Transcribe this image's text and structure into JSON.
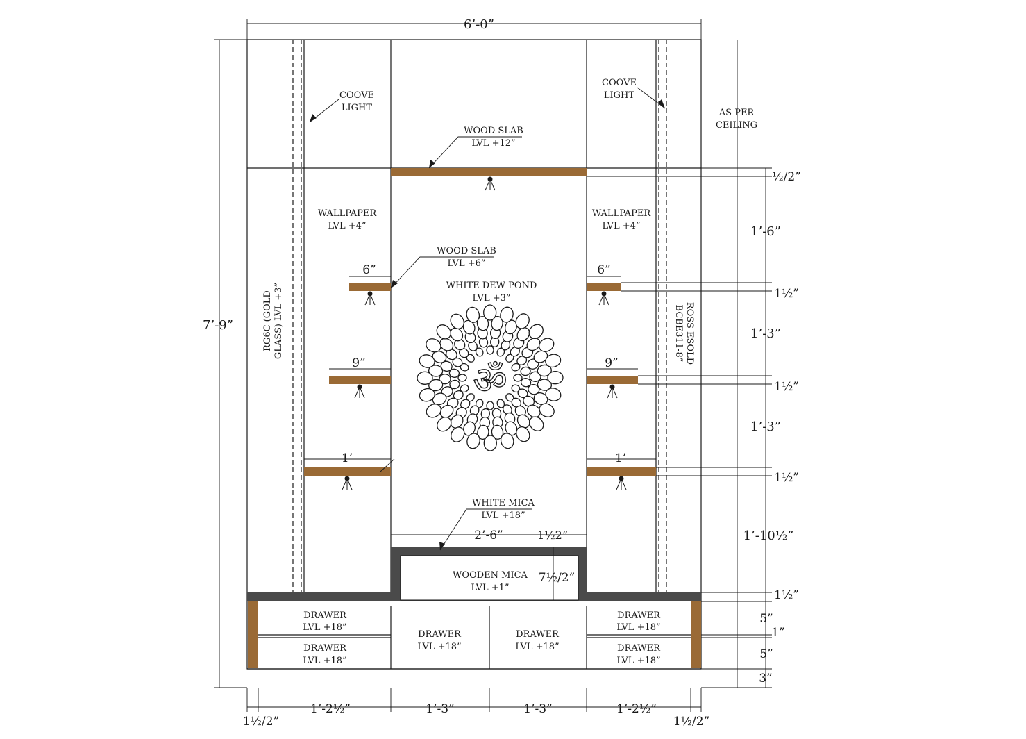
{
  "dimensions": {
    "overall_width": "6’-0”",
    "overall_height": "7’-9”",
    "right_top": "½/2”",
    "right_1": "1’-6”",
    "right_2": "1½”",
    "right_3": "1’-3”",
    "right_4": "1½”",
    "right_5": "1’-3”",
    "right_6": "1½”",
    "right_7": "1’-10½”",
    "right_8": "1½”",
    "right_9": "5”",
    "right_10": "1”",
    "right_11": "5”",
    "right_12": "3”",
    "bottom_1": "1½/2”",
    "bottom_2": "1’-2½”",
    "bottom_3": "1’-3”",
    "bottom_4": "1’-3”",
    "bottom_5": "1’-2½”",
    "bottom_6": "1½/2”",
    "shelf_top_left": "6”",
    "shelf_top_right": "6”",
    "shelf_mid_left": "9”",
    "shelf_mid_right": "9”",
    "shelf_low_left": "1’",
    "shelf_low_right": "1’",
    "platform_width": "2’-6”",
    "platform_gap": "1½2”",
    "platform_height": "7½/2”"
  },
  "labels": {
    "coove_left": [
      "COOVE",
      "LIGHT"
    ],
    "coove_right": [
      "COOVE",
      "LIGHT"
    ],
    "as_per_ceiling": [
      "AS PER",
      "CEILING"
    ],
    "wood_slab_top": [
      "WOOD SLAB",
      "LVL +12”"
    ],
    "wood_slab_mid": [
      "WOOD SLAB",
      "LVL +6”"
    ],
    "wallpaper_left": [
      "WALLPAPER",
      "LVL +4”"
    ],
    "wallpaper_right": [
      "WALLPAPER",
      "LVL +4”"
    ],
    "white_dew_pond": [
      "WHITE DEW POND",
      "LVL +3”"
    ],
    "white_mica": [
      "WHITE MICA",
      "LVL +18”"
    ],
    "wooden_mica": [
      "WOODEN MICA",
      "LVL +1”"
    ],
    "left_glass": [
      "RG6C (GOLD",
      "GLASS) LVL +3”"
    ],
    "right_ross": [
      "ROSS ESOLD",
      "BCBE311-8”"
    ],
    "drawer_tl": [
      "DRAWER",
      "LVL +18”"
    ],
    "drawer_bl": [
      "DRAWER",
      "LVL +18”"
    ],
    "drawer_c1": [
      "DRAWER",
      "LVL +18”"
    ],
    "drawer_c2": [
      "DRAWER",
      "LVL +18”"
    ],
    "drawer_tr": [
      "DRAWER",
      "LVL +18”"
    ],
    "drawer_br": [
      "DRAWER",
      "LVL +18”"
    ]
  },
  "colors": {
    "wood": "#9a6a35",
    "platform": "#4a4a4a",
    "line": "#1a1a1a"
  },
  "motif": "om-symbol-with-pebble-mandala"
}
